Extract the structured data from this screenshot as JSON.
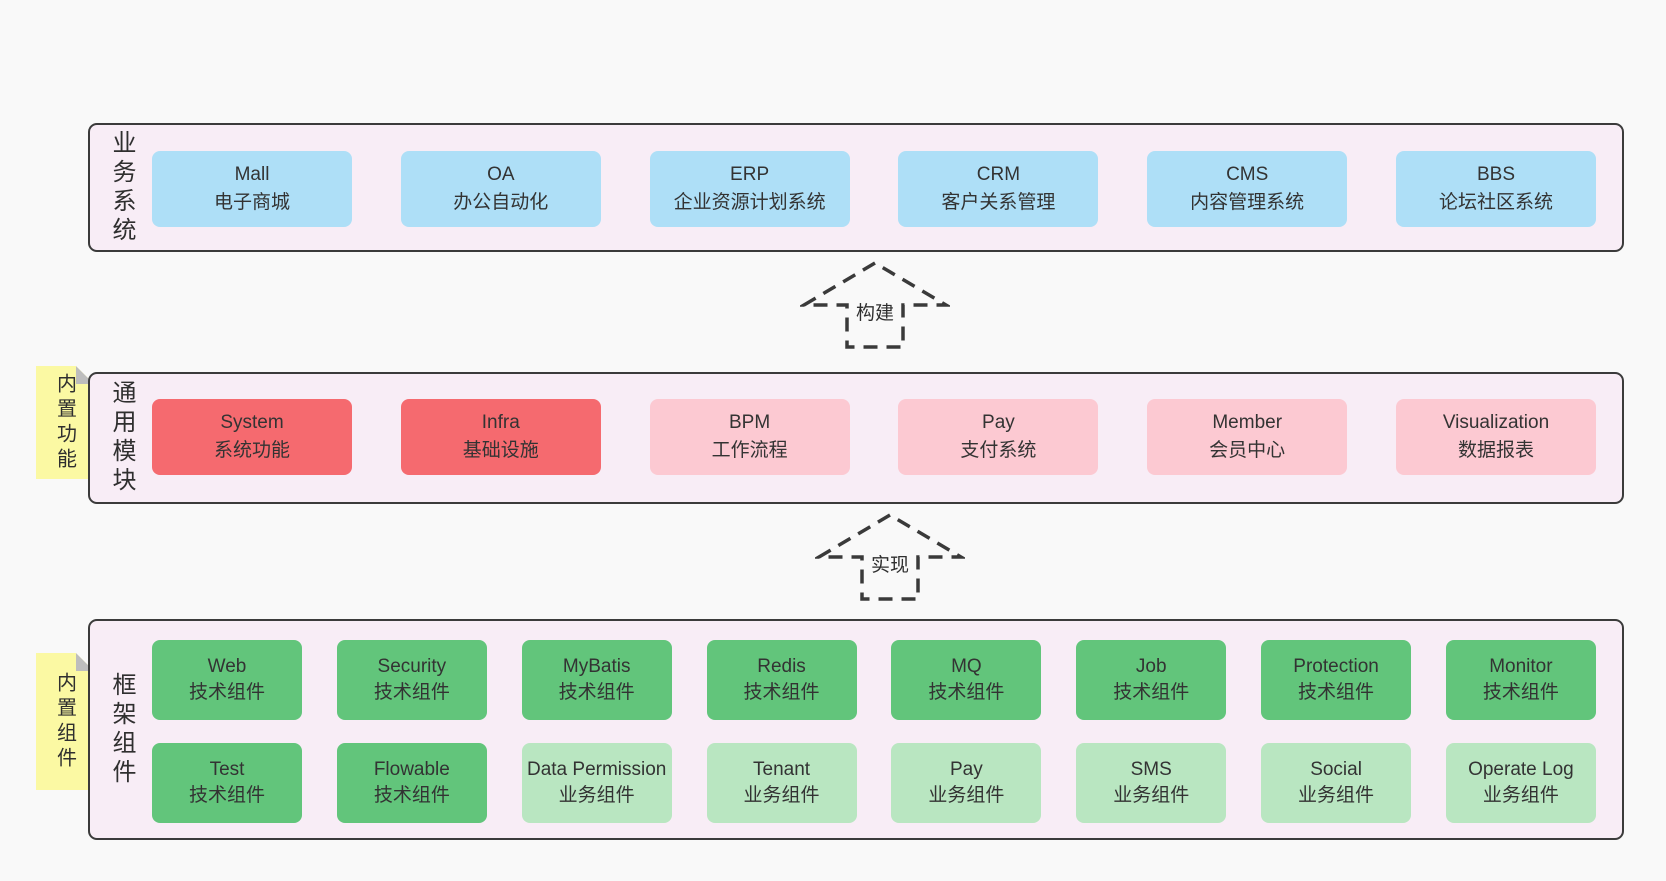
{
  "colors": {
    "page_bg": "#f9f9f9",
    "band_bg": "#f8edf6",
    "band_border": "#3b3b3b",
    "blue": "#aedff7",
    "red": "#f56a6f",
    "pink": "#fcc9d2",
    "green_dark": "#62c57b",
    "green_light": "#b9e6c1",
    "sticky_yellow": "#fbf9a3"
  },
  "arrows": [
    {
      "label": "构建"
    },
    {
      "label": "实现"
    }
  ],
  "sections": {
    "business": {
      "label": "业务系统",
      "boxes": [
        {
          "en": "Mall",
          "zh": "电子商城"
        },
        {
          "en": "OA",
          "zh": "办公自动化"
        },
        {
          "en": "ERP",
          "zh": "企业资源计划系统"
        },
        {
          "en": "CRM",
          "zh": "客户关系管理"
        },
        {
          "en": "CMS",
          "zh": "内容管理系统"
        },
        {
          "en": "BBS",
          "zh": "论坛社区系统"
        }
      ]
    },
    "modules": {
      "label": "通用模块",
      "side_note": "内置功能",
      "boxes": [
        {
          "en": "System",
          "zh": "系统功能"
        },
        {
          "en": "Infra",
          "zh": "基础设施"
        },
        {
          "en": "BPM",
          "zh": "工作流程"
        },
        {
          "en": "Pay",
          "zh": "支付系统"
        },
        {
          "en": "Member",
          "zh": "会员中心"
        },
        {
          "en": "Visualization",
          "zh": "数据报表"
        }
      ]
    },
    "components": {
      "label": "框架组件",
      "side_note": "内置组件",
      "row1": [
        {
          "en": "Web",
          "zh": "技术组件"
        },
        {
          "en": "Security",
          "zh": "技术组件"
        },
        {
          "en": "MyBatis",
          "zh": "技术组件"
        },
        {
          "en": "Redis",
          "zh": "技术组件"
        },
        {
          "en": "MQ",
          "zh": "技术组件"
        },
        {
          "en": "Job",
          "zh": "技术组件"
        },
        {
          "en": "Protection",
          "zh": "技术组件"
        },
        {
          "en": "Monitor",
          "zh": "技术组件"
        }
      ],
      "row2": [
        {
          "en": "Test",
          "zh": "技术组件"
        },
        {
          "en": "Flowable",
          "zh": "技术组件"
        },
        {
          "en": "Data Permission",
          "zh": "业务组件"
        },
        {
          "en": "Tenant",
          "zh": "业务组件"
        },
        {
          "en": "Pay",
          "zh": "业务组件"
        },
        {
          "en": "SMS",
          "zh": "业务组件"
        },
        {
          "en": "Social",
          "zh": "业务组件"
        },
        {
          "en": "Operate Log",
          "zh": "业务组件"
        }
      ]
    }
  }
}
